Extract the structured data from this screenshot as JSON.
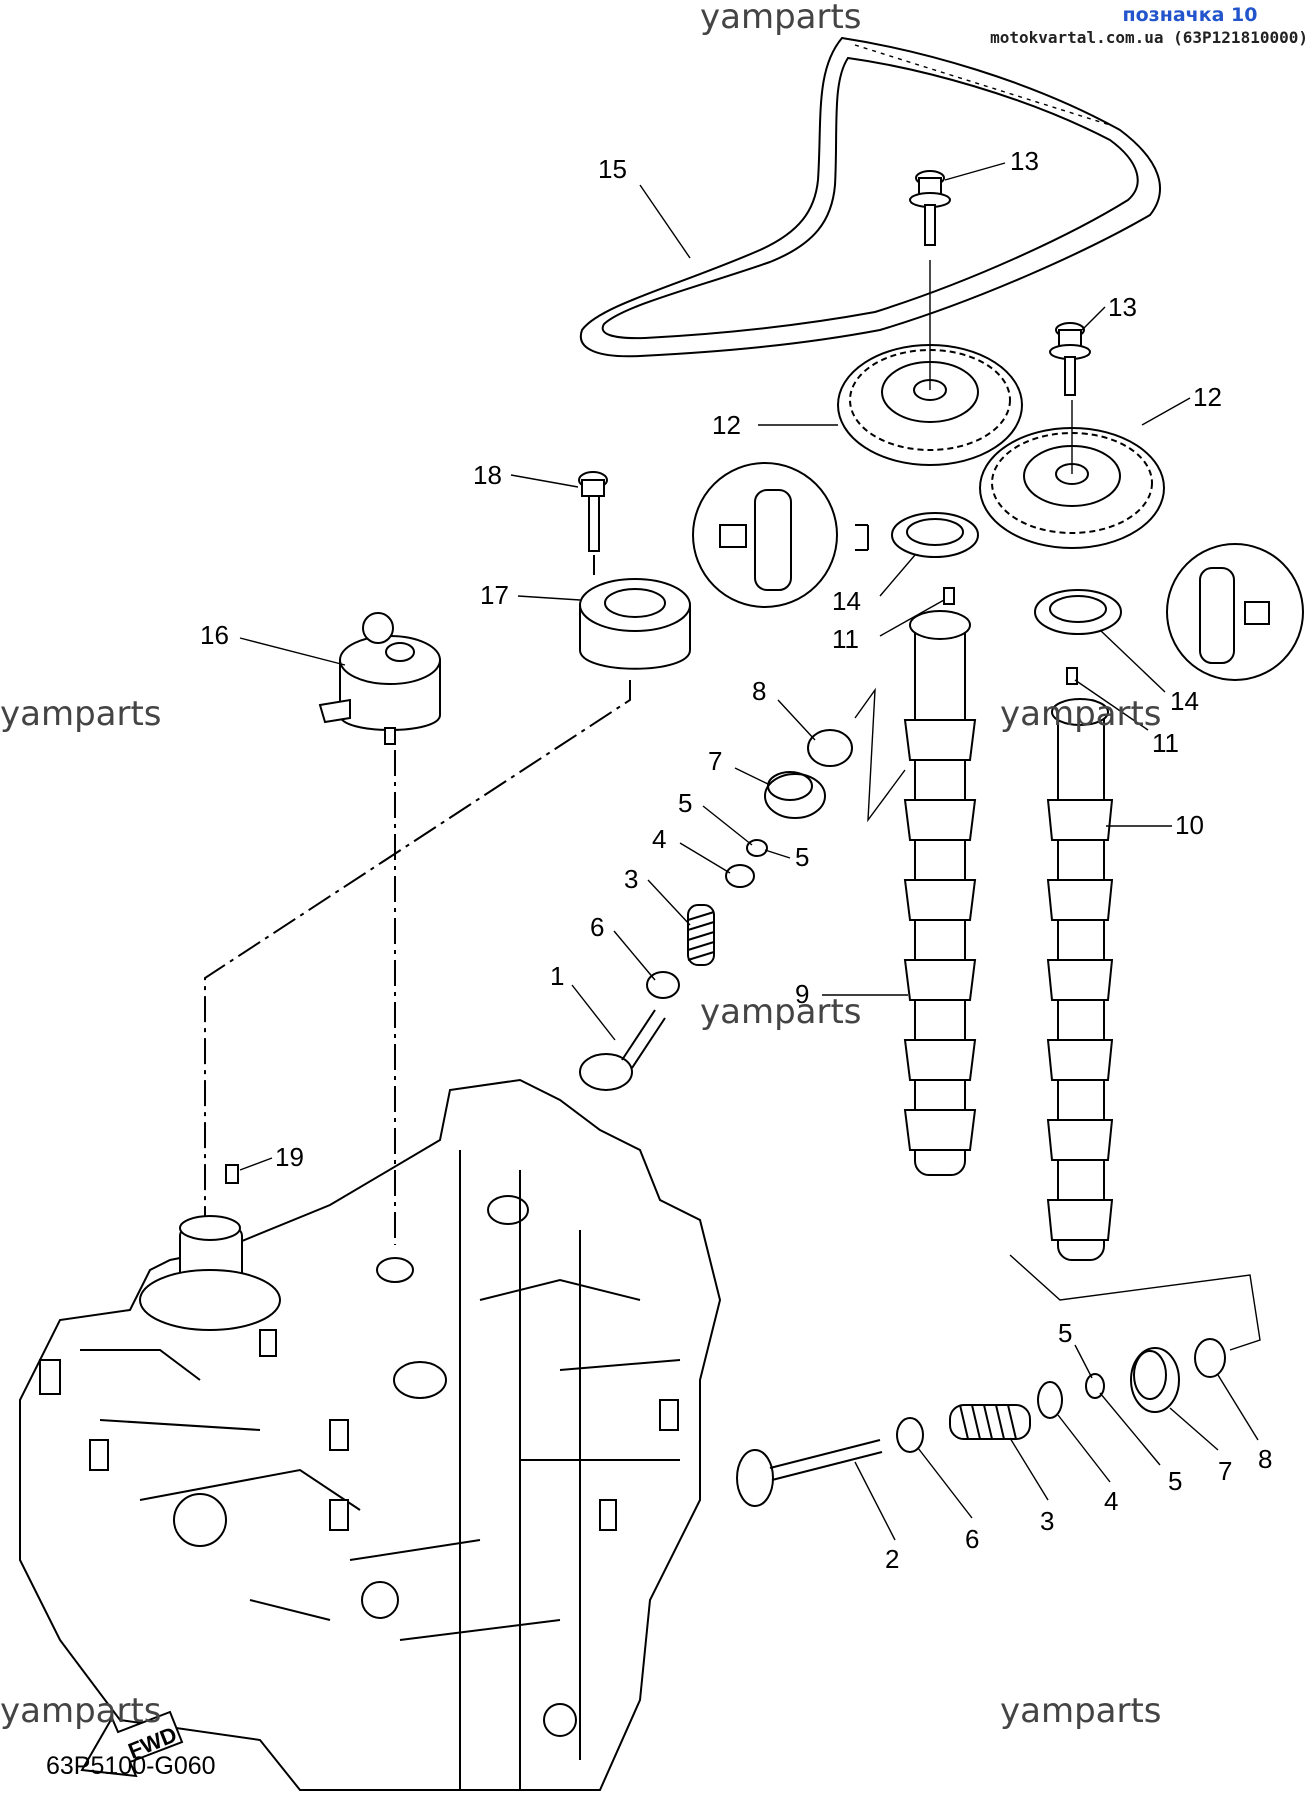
{
  "header": {
    "label": "позначка 10",
    "source": "motokvartal.com.ua (63P121810000)"
  },
  "diagram_code": "63P5100-G060",
  "fwd_label": "FWD",
  "watermarks": [
    "yamparts",
    "yamparts",
    "yamparts",
    "yamparts",
    "yamparts",
    "yamparts"
  ],
  "callouts": [
    "15",
    "13",
    "13",
    "12",
    "12",
    "18",
    "17",
    "16",
    "14",
    "14",
    "11",
    "11",
    "8",
    "7",
    "5",
    "5",
    "4",
    "3",
    "6",
    "1",
    "9",
    "10",
    "19",
    "5",
    "5",
    "7",
    "8",
    "2",
    "6",
    "3",
    "4"
  ]
}
